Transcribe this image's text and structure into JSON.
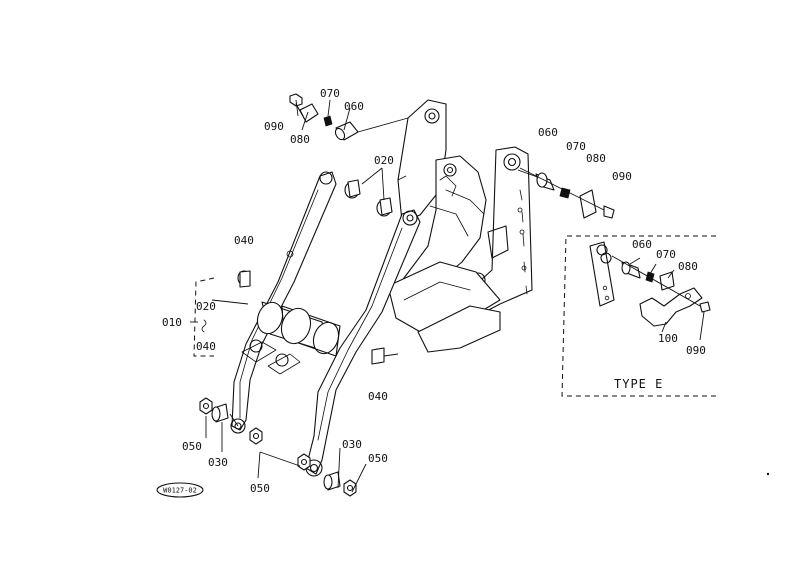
{
  "callouts": {
    "c090_top": "090",
    "c080_top": "080",
    "c070_top": "070",
    "c060_top": "060",
    "c020_top": "020",
    "c060_right": "060",
    "c070_right": "070",
    "c080_right": "080",
    "c090_right": "090",
    "c040_left": "040",
    "c010": "010",
    "c020_group": "020",
    "c040_group": "040",
    "c040_right": "040",
    "c050_left": "050",
    "c030_left": "030",
    "c050_bottom": "050",
    "c030_bottom": "030",
    "c050_bottom_right": "050"
  },
  "inset": {
    "title": "TYPE  E",
    "c060": "060",
    "c070": "070",
    "c080": "080",
    "c100": "100",
    "c090": "090"
  },
  "figure_code": "W0127-02"
}
